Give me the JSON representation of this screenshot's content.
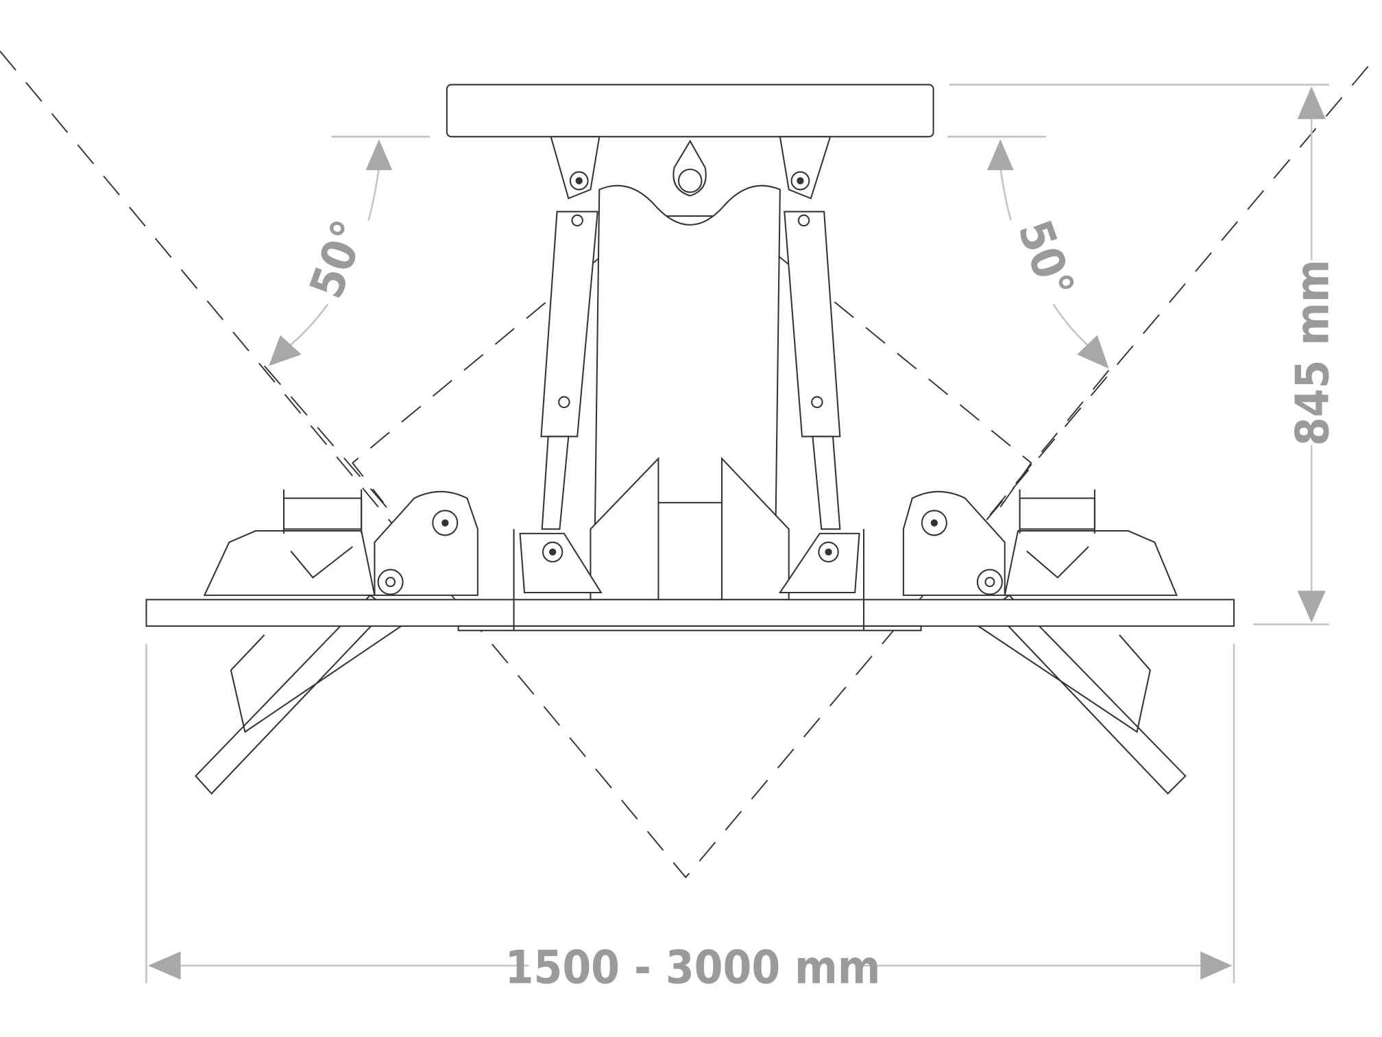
{
  "drawing": {
    "title": "Vacuum lifter tilting frame dimensions",
    "dimensions": {
      "height": "845 mm",
      "width": "1500 - 3000 mm",
      "tilt_left": "50°",
      "tilt_right": "50°"
    },
    "colors": {
      "line": "#333333",
      "dimension": "#a8a8a8"
    }
  }
}
